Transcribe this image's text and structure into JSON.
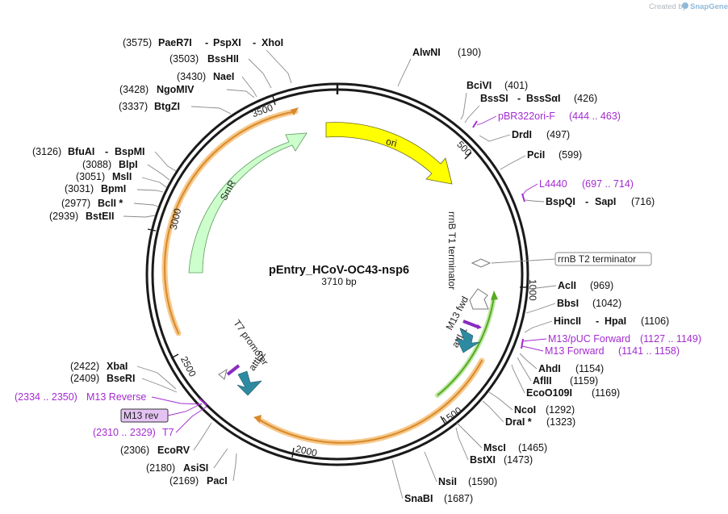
{
  "credit": {
    "prefix": "Created by",
    "brand": "SnapGene"
  },
  "map": {
    "name": "pEntry_HCoV-OC43-nsp6",
    "length": "3710 bp"
  },
  "ticks": [
    "500",
    "1000",
    "1500",
    "2000",
    "2500",
    "3000",
    "3500"
  ],
  "features": {
    "ori": "ori",
    "smr": "SmR",
    "rrnb_t1": "rrnB T1 terminator",
    "rrnb_t2": "rrnB T2 terminator",
    "m13_fwd": "M13 fwd",
    "attl1": "attL1",
    "t7_promoter": "T7 promoter",
    "attl2": "attL2"
  },
  "sites": [
    {
      "id": "paer7i",
      "name": "PaeR7I",
      "pos": "(3575)",
      "extra": [
        "PspXI",
        "XhoI"
      ]
    },
    {
      "id": "bsshii",
      "name": "BssHII",
      "pos": "(3503)"
    },
    {
      "id": "naei",
      "name": "NaeI",
      "pos": "(3430)"
    },
    {
      "id": "ngomiv",
      "name": "NgoMIV",
      "pos": "(3428)"
    },
    {
      "id": "btgzi",
      "name": "BtgZI",
      "pos": "(3337)"
    },
    {
      "id": "bfuai",
      "name": "BfuAI",
      "pos": "(3126)",
      "extra": [
        "BspMI"
      ]
    },
    {
      "id": "blpi",
      "name": "BlpI",
      "pos": "(3088)"
    },
    {
      "id": "msli",
      "name": "MslI",
      "pos": "(3051)"
    },
    {
      "id": "bpmi",
      "name": "BpmI",
      "pos": "(3031)"
    },
    {
      "id": "bcli",
      "name": "BclI *",
      "pos": "(2977)"
    },
    {
      "id": "bsteii",
      "name": "BstEII",
      "pos": "(2939)"
    },
    {
      "id": "xbai",
      "name": "XbaI",
      "pos": "(2422)"
    },
    {
      "id": "bseri",
      "name": "BseRI",
      "pos": "(2409)"
    },
    {
      "id": "ecorv",
      "name": "EcoRV",
      "pos": "(2306)"
    },
    {
      "id": "asisi",
      "name": "AsiSI",
      "pos": "(2180)"
    },
    {
      "id": "paci",
      "name": "PacI",
      "pos": "(2169)"
    },
    {
      "id": "alwni",
      "name": "AlwNI",
      "pos": "(190)"
    },
    {
      "id": "bcivi",
      "name": "BciVI",
      "pos": "(401)"
    },
    {
      "id": "bsssi",
      "name": "BssSI",
      "pos": "(426)",
      "extra": [
        "BssSαI"
      ]
    },
    {
      "id": "drdi",
      "name": "DrdI",
      "pos": "(497)"
    },
    {
      "id": "pcii",
      "name": "PciI",
      "pos": "(599)"
    },
    {
      "id": "bspqi",
      "name": "BspQI",
      "pos": "(716)",
      "extra": [
        "SapI"
      ]
    },
    {
      "id": "acli",
      "name": "AclI",
      "pos": "(969)"
    },
    {
      "id": "bbsi",
      "name": "BbsI",
      "pos": "(1042)"
    },
    {
      "id": "hincii",
      "name": "HincII",
      "pos": "(1106)",
      "extra": [
        "HpaI"
      ]
    },
    {
      "id": "ahdi",
      "name": "AhdI",
      "pos": "(1154)"
    },
    {
      "id": "aflii",
      "name": "AflII",
      "pos": "(1159)"
    },
    {
      "id": "eco0109i",
      "name": "EcoO109I",
      "pos": "(1169)"
    },
    {
      "id": "ncoi",
      "name": "NcoI",
      "pos": "(1292)"
    },
    {
      "id": "drai",
      "name": "DraI *",
      "pos": "(1323)"
    },
    {
      "id": "msci",
      "name": "MscI",
      "pos": "(1465)"
    },
    {
      "id": "bstxi",
      "name": "BstXI",
      "pos": "(1473)"
    },
    {
      "id": "nsii",
      "name": "NsiI",
      "pos": "(1590)"
    },
    {
      "id": "snabi",
      "name": "SnaBI",
      "pos": "(1687)"
    }
  ],
  "primers": [
    {
      "id": "pbr322",
      "name": "pBR322ori-F",
      "range": "(444 .. 463)"
    },
    {
      "id": "l4440",
      "name": "L4440",
      "range": "(697 .. 714)"
    },
    {
      "id": "m13puc",
      "name": "M13/pUC Forward",
      "range": "(1127 .. 1149)"
    },
    {
      "id": "m13fwd",
      "name": "M13 Forward",
      "range": "(1141 .. 1158)"
    },
    {
      "id": "m13rev",
      "name": "M13 Reverse",
      "range": "(2334 .. 2350)"
    },
    {
      "id": "m13revbox",
      "name": "M13 rev"
    },
    {
      "id": "t7",
      "name": "T7",
      "range": "(2310 .. 2329)"
    }
  ],
  "colors": {
    "backbone": "#1a1a1a",
    "ori": "#ffff00",
    "smr": "#ccffcc",
    "orf": "#e8a04a",
    "green_arc": "#55aa22",
    "primer": "#a32bd0",
    "teal": "#2e8aa0"
  }
}
